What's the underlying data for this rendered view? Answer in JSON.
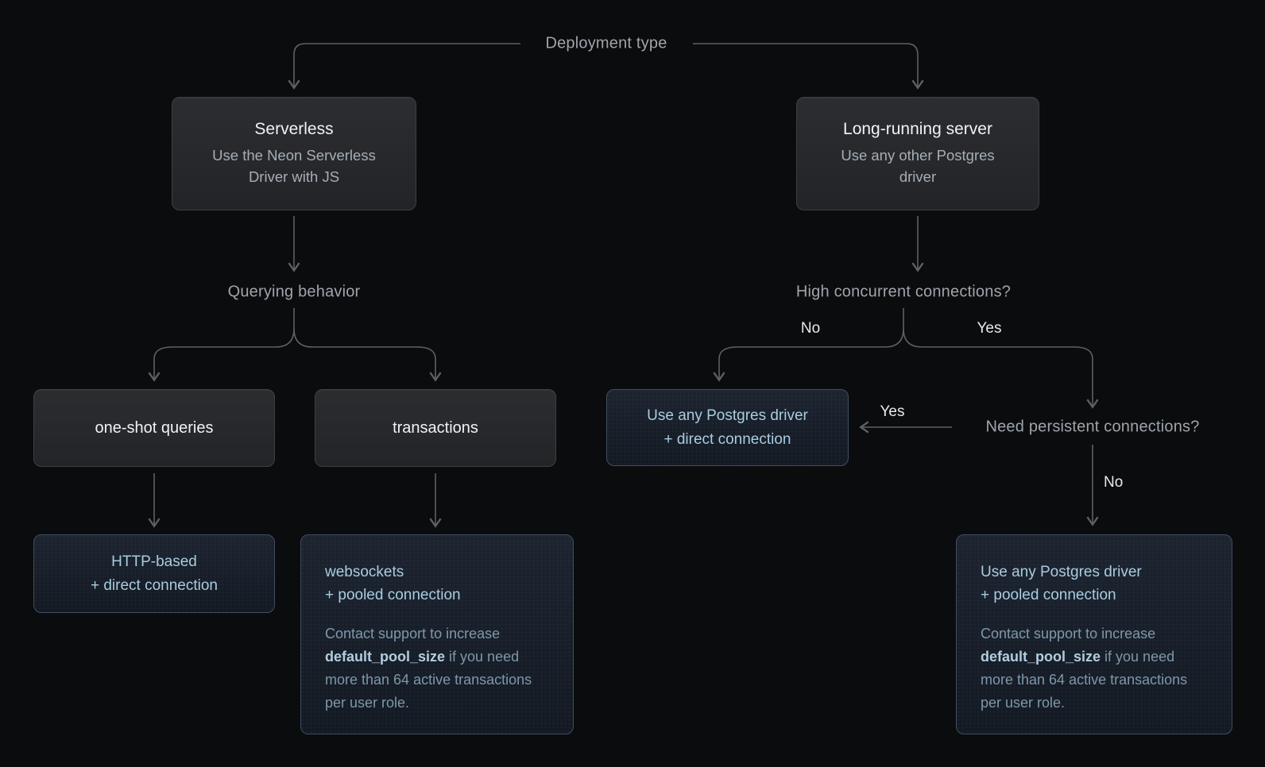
{
  "labels": {
    "root": "Deployment type",
    "querying_behavior": "Querying behavior",
    "high_concurrent": "High concurrent connections?",
    "need_persistent": "Need persistent connections?",
    "hcc_no": "No",
    "hcc_yes": "Yes",
    "npc_yes": "Yes",
    "npc_no": "No"
  },
  "boxes": {
    "serverless": {
      "title": "Serverless",
      "subtitle": "Use the Neon Serverless Driver with JS"
    },
    "long_running": {
      "title": "Long-running server",
      "subtitle": "Use any other Postgres driver"
    },
    "one_shot": {
      "label": "one-shot queries"
    },
    "transactions": {
      "label": "transactions"
    },
    "direct_driver": {
      "line1": "Use any Postgres driver",
      "line2": "+ direct connection"
    },
    "http_based": {
      "line1": "HTTP-based",
      "line2": "+ direct connection"
    },
    "websockets": {
      "line1": "websockets",
      "line2": "+ pooled connection",
      "note_prefix": "Contact support to increase ",
      "note_code": "default_pool_size",
      "note_suffix": " if you need more than 64 active transactions per user role."
    },
    "pooled_driver": {
      "line1": "Use any Postgres driver",
      "line2": "+ pooled connection",
      "note_prefix": "Contact support to increase ",
      "note_code": "default_pool_size",
      "note_suffix": " if you need more than 64 active transactions per user role."
    }
  },
  "colors": {
    "bg": "#0b0c0d",
    "line": "#5b6167",
    "label": "#9ea5ac",
    "edge-label": "#e7eaec",
    "box-border": "#3c3f44",
    "box-top": "#2b2d31",
    "box-bottom": "#222427",
    "box-title": "#f0f2f3",
    "box-sub": "#a6aeb6",
    "result-border": "#414e63",
    "result-top": "#1d2430",
    "result-bottom": "#131a23",
    "result-title": "#a9cce0",
    "result-note": "#7e97a9",
    "result-note-strong": "#b2cddf"
  }
}
